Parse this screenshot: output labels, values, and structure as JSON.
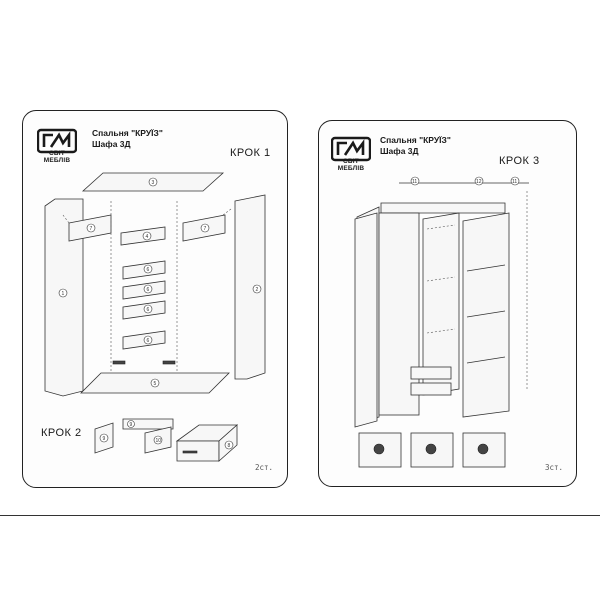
{
  "left_page": {
    "brand_text": "СВІТ МЕБЛІВ",
    "header_line1": "Спальня \"КРУЇЗ\"",
    "header_line2": "Шафа 3Д",
    "step_top": "КРОК 1",
    "step_bottom": "КРОК 2",
    "page_number": "2ст."
  },
  "right_page": {
    "brand_text": "СВІТ МЕБЛІВ",
    "header_line1": "Спальня \"КРУЇЗ\"",
    "header_line2": "Шафа 3Д",
    "step_top": "КРОК 3",
    "page_number": "3ст."
  },
  "part_labels": {
    "left_top": "3",
    "left_side_left": "1",
    "left_side_right": "2",
    "left_shelf_a": "7",
    "left_shelf_b": "7",
    "left_center_1": "4",
    "left_center_2": "6",
    "left_center_3": "6",
    "left_center_4": "6",
    "left_center_5": "6",
    "left_bottom": "5",
    "drawer_1": "9",
    "drawer_2": "9",
    "drawer_3": "10",
    "drawer_box": "8",
    "right_top_1": "11",
    "right_top_2": "12",
    "right_top_3": "11"
  }
}
